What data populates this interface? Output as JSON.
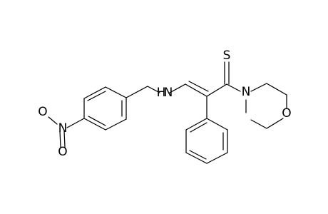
{
  "structure": {
    "atoms": {
      "sulfur": "S",
      "thioamide_nitrogen": "N",
      "morpholine_oxygen": "O",
      "amine_nitrogen": "N",
      "amine_hydrogen": "H",
      "nitro_nitrogen": "N",
      "nitro_oxygen_top": "O",
      "nitro_oxygen_bottom": "O"
    },
    "colors": {
      "bond": "#000000",
      "label": "#000000",
      "background": "#ffffff"
    }
  }
}
